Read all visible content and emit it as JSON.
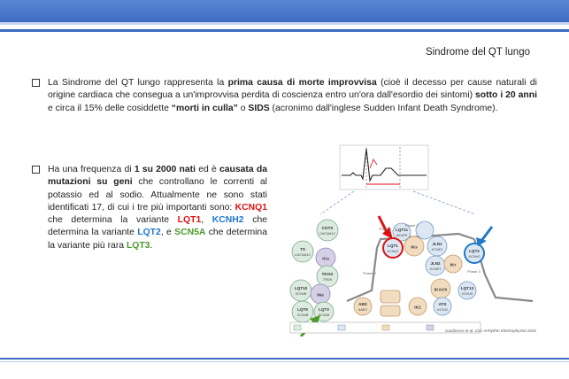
{
  "slide": {
    "title": "Sindrome del QT lungo"
  },
  "bullet1": {
    "t1": "La Sindrome del QT lungo rappresenta la ",
    "t2": "prima causa di morte improvvisa",
    "t3": " (cioè il decesso per cause naturali di origine cardiaca che consegua a un'improvvisa perdita di coscienza entro un'ora dall'esordio dei sintomi) ",
    "t4": "sotto i 20 anni",
    "t5": " e circa il 15% delle cosiddette ",
    "t6": "“morti in culla”",
    "t7": " o ",
    "t8": "SIDS",
    "t9": " (acronimo dall'inglese Sudden Infant Death Syndrome)."
  },
  "bullet2": {
    "t1": "Ha una frequenza di ",
    "t2": "1 su 2000 nati",
    "t3": " ed è ",
    "t4": "causata da mutazioni su geni",
    "t5": " che controllano le correnti al potassio ed al sodio. Attualmente ne sono stati identificati 17, di cui i tre più importanti sono: ",
    "t6": "KCNQ1",
    "t7": " che determina la variante ",
    "t8": "LQT1",
    "t9": ", ",
    "t10": "KCNH2",
    "t11": " che determina la variante ",
    "t12": "LQT2",
    "t13": ", e ",
    "t14": "SCN5A",
    "t15": " che determina la variante più rara ",
    "t16": "LQT3",
    "t17": "."
  },
  "figure": {
    "citation": "Giudicessi et al. Circ Arrhythm Electrophysiol 2016",
    "nodes": [
      {
        "label": "COTS",
        "gene": "CACNA1C"
      },
      {
        "label": "TS",
        "gene": "CACNA1C"
      },
      {
        "label": "TKOS",
        "gene": "TRDN"
      },
      {
        "label": "LQT9",
        "gene": "SCN4B"
      },
      {
        "label": "LQT10",
        "gene": "SCN4B"
      },
      {
        "label": "LQT3",
        "gene": "SCN5A"
      },
      {
        "label": "LQT1",
        "gene": "KCNQ1"
      },
      {
        "label": "LQT11",
        "gene": "AKAP9"
      },
      {
        "label": "JLN1",
        "gene": "KCNE1"
      },
      {
        "label": "JLN2",
        "gene": "KCNE1"
      },
      {
        "label": "LQT2",
        "gene": "KCNH2"
      },
      {
        "label": "LQT13",
        "gene": "KCNJ5"
      },
      {
        "label": "ATS",
        "gene": "KCNJ2"
      },
      {
        "label": "ABS",
        "gene": "ANK2"
      }
    ],
    "currents": [
      "INa",
      "ICa",
      "IKs",
      "IKr",
      "IK1",
      "IKACh"
    ],
    "phases": [
      "Phase 0",
      "Phase 1",
      "Phase 2",
      "Phase 3"
    ]
  }
}
